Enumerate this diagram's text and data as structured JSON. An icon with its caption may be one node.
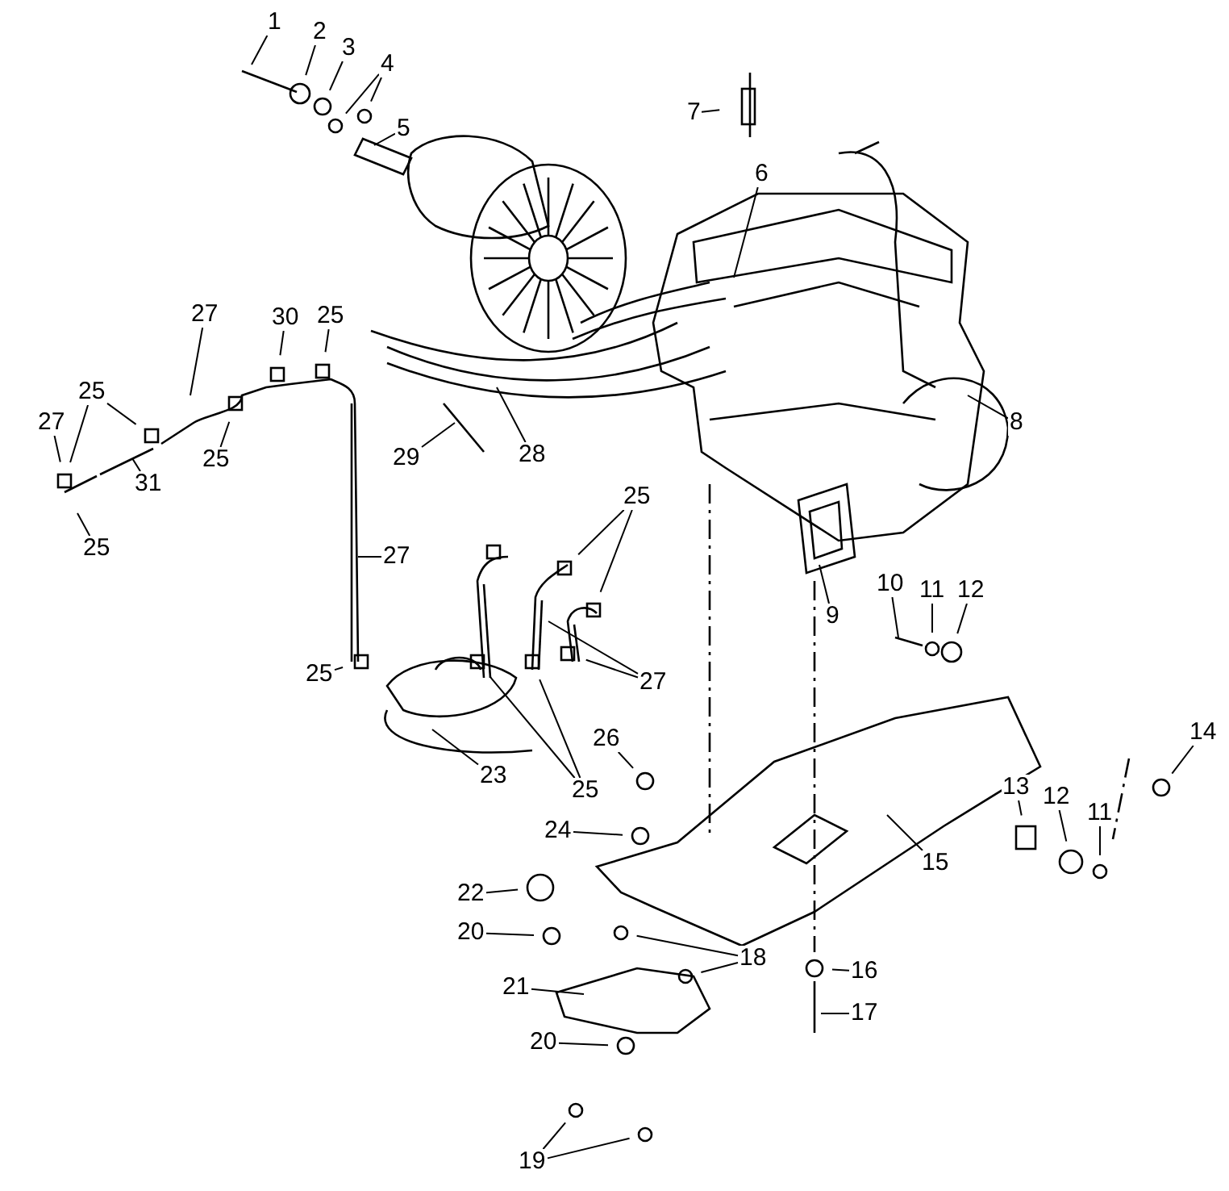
{
  "diagram": {
    "nodes": [
      {
        "text": [
          "1"
        ]
      },
      {
        "text": [
          "2"
        ]
      },
      {
        "text": [
          "3"
        ]
      },
      {
        "text": [
          "4"
        ]
      },
      {
        "text": [
          "7"
        ]
      },
      {
        "text": [
          "5"
        ]
      },
      {
        "text": [
          "6"
        ]
      },
      {
        "text": [
          "27"
        ]
      },
      {
        "text": [
          "30"
        ]
      },
      {
        "text": [
          "25"
        ]
      },
      {
        "text": [
          "25"
        ]
      },
      {
        "text": [
          "27"
        ]
      },
      {
        "text": [
          "25"
        ]
      },
      {
        "text": [
          "31"
        ]
      },
      {
        "text": [
          "29"
        ]
      },
      {
        "text": [
          "28"
        ]
      },
      {
        "text": [
          "8"
        ]
      },
      {
        "text": [
          "25"
        ]
      },
      {
        "text": [
          "25"
        ]
      },
      {
        "text": [
          "27"
        ]
      },
      {
        "text": [
          "9"
        ]
      },
      {
        "text": [
          "10"
        ]
      },
      {
        "text": [
          "11"
        ]
      },
      {
        "text": [
          "12"
        ]
      },
      {
        "text": [
          "25"
        ]
      },
      {
        "text": [
          "27"
        ]
      },
      {
        "text": [
          "14"
        ]
      },
      {
        "text": [
          "23"
        ]
      },
      {
        "text": [
          "26"
        ]
      },
      {
        "text": [
          "25"
        ]
      },
      {
        "text": [
          "13"
        ]
      },
      {
        "text": [
          "12"
        ]
      },
      {
        "text": [
          "11"
        ]
      },
      {
        "text": [
          "24"
        ]
      },
      {
        "text": [
          "15"
        ]
      },
      {
        "text": [
          "22"
        ]
      },
      {
        "text": [
          "20"
        ]
      },
      {
        "text": [
          "18"
        ]
      },
      {
        "text": [
          "16"
        ]
      },
      {
        "text": [
          "21"
        ]
      },
      {
        "text": [
          "17"
        ]
      },
      {
        "text": [
          "20"
        ]
      },
      {
        "text": [
          "19"
        ]
      }
    ],
    "edges": [
      {
        "from": 0,
        "to": null,
        "arrow": "none"
      },
      {
        "from": 1,
        "to": null,
        "arrow": "none"
      },
      {
        "from": 2,
        "to": null,
        "arrow": "none"
      },
      {
        "from": 3,
        "to": null,
        "arrow": "none"
      },
      {
        "from": 3,
        "to": null,
        "arrow": "none"
      },
      {
        "from": 4,
        "to": null,
        "arrow": "none"
      },
      {
        "from": 5,
        "to": null,
        "arrow": "none"
      },
      {
        "from": 6,
        "to": null,
        "arrow": "none"
      },
      {
        "from": 7,
        "to": null,
        "arrow": "none"
      },
      {
        "from": 8,
        "to": null,
        "arrow": "none"
      },
      {
        "from": 9,
        "to": null,
        "arrow": "none"
      },
      {
        "from": 10,
        "to": null,
        "arrow": "none"
      },
      {
        "from": 10,
        "to": null,
        "arrow": "none"
      },
      {
        "from": 11,
        "to": null,
        "arrow": "none"
      },
      {
        "from": 12,
        "to": null,
        "arrow": "none"
      },
      {
        "from": 13,
        "to": null,
        "arrow": "none"
      },
      {
        "from": 14,
        "to": null,
        "arrow": "none"
      },
      {
        "from": 15,
        "to": null,
        "arrow": "none"
      },
      {
        "from": 16,
        "to": null,
        "arrow": "none"
      },
      {
        "from": 17,
        "to": null,
        "arrow": "none"
      },
      {
        "from": 17,
        "to": null,
        "arrow": "none"
      },
      {
        "from": 18,
        "to": null,
        "arrow": "none"
      },
      {
        "from": 19,
        "to": null,
        "arrow": "none"
      },
      {
        "from": 20,
        "to": null,
        "arrow": "none"
      },
      {
        "from": 21,
        "to": null,
        "arrow": "none"
      },
      {
        "from": 22,
        "to": null,
        "arrow": "none"
      },
      {
        "from": 23,
        "to": null,
        "arrow": "none"
      },
      {
        "from": 24,
        "to": null,
        "arrow": "none"
      },
      {
        "from": 25,
        "to": null,
        "arrow": "none"
      },
      {
        "from": 25,
        "to": null,
        "arrow": "none"
      },
      {
        "from": 26,
        "to": null,
        "arrow": "none"
      },
      {
        "from": 27,
        "to": null,
        "arrow": "none"
      },
      {
        "from": 28,
        "to": null,
        "arrow": "none"
      },
      {
        "from": 29,
        "to": null,
        "arrow": "none"
      },
      {
        "from": 29,
        "to": null,
        "arrow": "none"
      },
      {
        "from": 30,
        "to": null,
        "arrow": "none"
      },
      {
        "from": 31,
        "to": null,
        "arrow": "none"
      },
      {
        "from": 32,
        "to": null,
        "arrow": "none"
      },
      {
        "from": 33,
        "to": null,
        "arrow": "none"
      },
      {
        "from": 34,
        "to": null,
        "arrow": "none"
      },
      {
        "from": 35,
        "to": null,
        "arrow": "none"
      },
      {
        "from": 36,
        "to": null,
        "arrow": "none"
      },
      {
        "from": 37,
        "to": null,
        "arrow": "none"
      },
      {
        "from": 37,
        "to": null,
        "arrow": "none"
      },
      {
        "from": 38,
        "to": null,
        "arrow": "none"
      },
      {
        "from": 39,
        "to": null,
        "arrow": "none"
      },
      {
        "from": 40,
        "to": null,
        "arrow": "none"
      },
      {
        "from": 41,
        "to": null,
        "arrow": "none"
      },
      {
        "from": 42,
        "to": null,
        "arrow": "none"
      },
      {
        "from": 42,
        "to": null,
        "arrow": "none"
      }
    ]
  }
}
